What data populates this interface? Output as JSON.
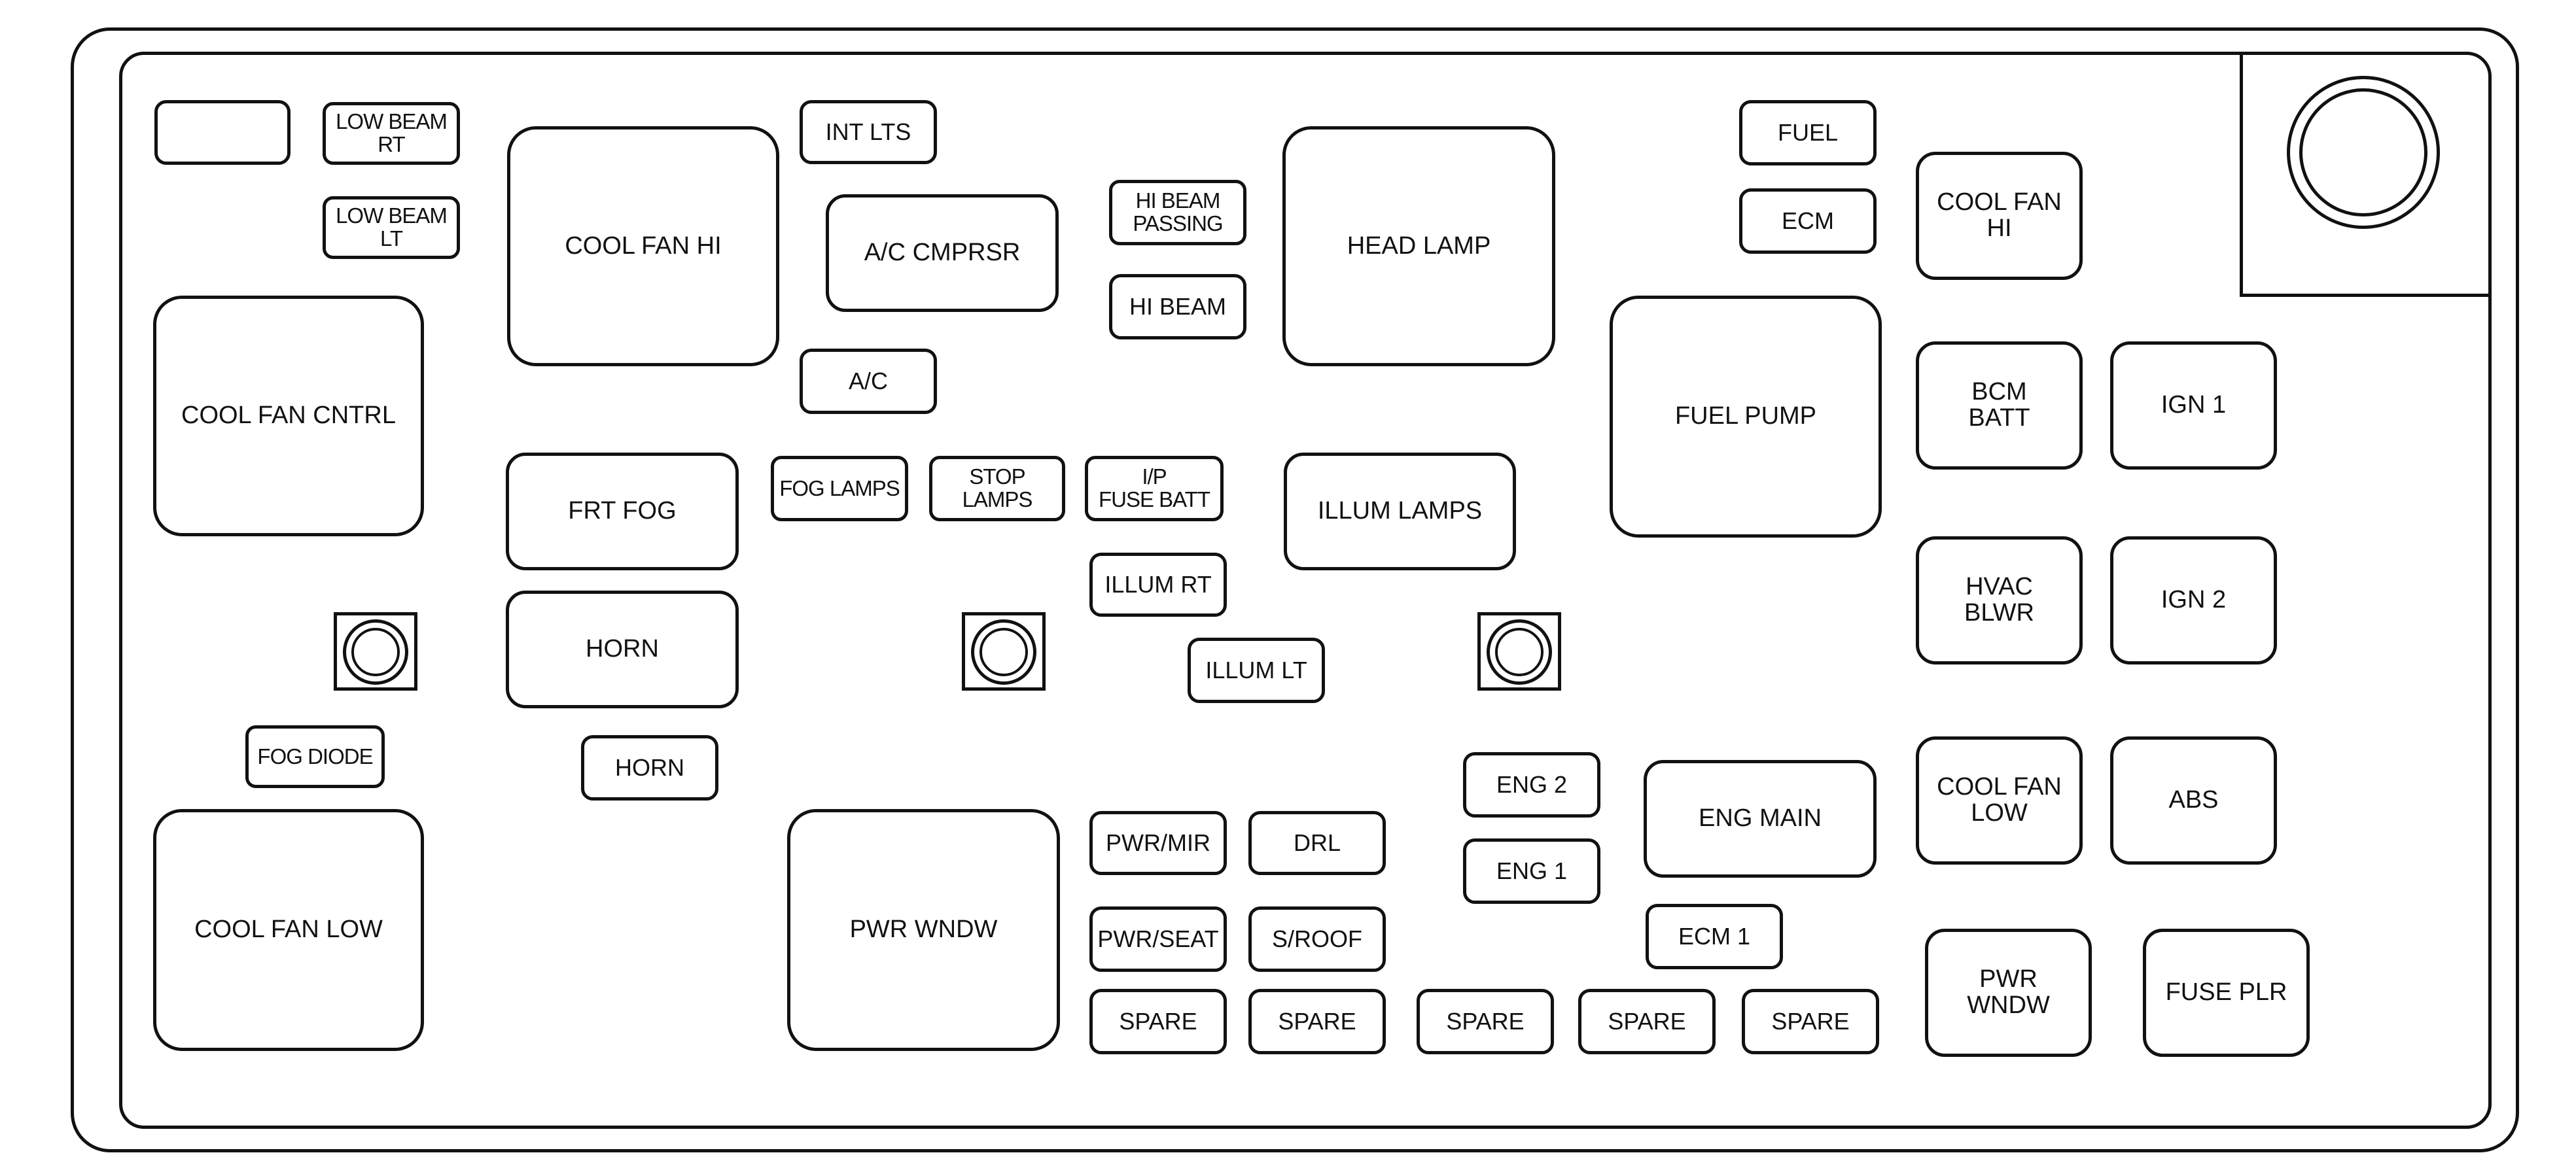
{
  "fuse_block": {
    "boxes": {
      "blank": "",
      "low_beam_rt": "LOW BEAM\nRT",
      "low_beam_lt": "LOW BEAM\nLT",
      "cool_fan_cntrl": "COOL FAN CNTRL",
      "fog_diode": "FOG DIODE",
      "cool_fan_low_left": "COOL FAN LOW",
      "cool_fan_hi_relay": "COOL FAN HI",
      "frt_fog": "FRT FOG",
      "horn_relay": "HORN",
      "horn_fuse": "HORN",
      "int_lts": "INT LTS",
      "ac_cmprsr": "A/C CMPRSR",
      "ac": "A/C",
      "fog_lamps": "FOG LAMPS",
      "stop_lamps": "STOP LAMPS",
      "hi_beam_passing": "HI BEAM\nPASSING",
      "hi_beam": "HI BEAM",
      "ip_fuse_batt": "I/P\nFUSE BATT",
      "illum_rt": "ILLUM RT",
      "illum_lt": "ILLUM LT",
      "head_lamp": "HEAD LAMP",
      "illum_lamps": "ILLUM LAMPS",
      "pwr_wndw_relay": "PWR WNDW",
      "pwr_mir": "PWR/MIR",
      "drl": "DRL",
      "pwr_seat": "PWR/SEAT",
      "s_roof": "S/ROOF",
      "spare_1": "SPARE",
      "spare_2": "SPARE",
      "spare_3": "SPARE",
      "spare_4": "SPARE",
      "spare_5": "SPARE",
      "eng_2": "ENG 2",
      "eng_1": "ENG 1",
      "eng_main": "ENG MAIN",
      "ecm_1": "ECM 1",
      "fuel": "FUEL",
      "ecm": "ECM",
      "fuel_pump": "FUEL PUMP",
      "cool_fan_hi_fuse": "COOL FAN\nHI",
      "bcm_batt": "BCM\nBATT",
      "ign_1": "IGN 1",
      "hvac_blwr": "HVAC\nBLWR",
      "ign_2": "IGN 2",
      "cool_fan_low_right": "COOL FAN\nLOW",
      "abs": "ABS",
      "pwr_wndw_fuse": "PWR\nWNDW",
      "fuse_plr": "FUSE PLR"
    }
  }
}
